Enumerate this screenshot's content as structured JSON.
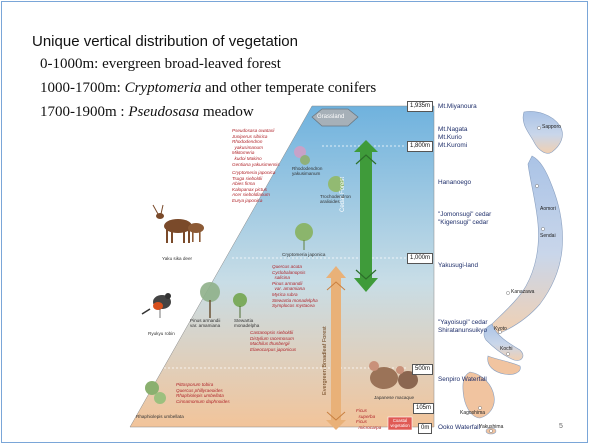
{
  "header": {
    "title": "Unique vertical distribution of vegetation",
    "line1": "0-1000m: evergreen broad-leaved forest",
    "line2_pre": "1000-1700m: ",
    "line2_em": "Cryptomeria",
    "line2_post": " and other temperate conifers",
    "line3_pre": "1700-1900m : ",
    "line3_em": "Pseudosasa",
    "line3_post": " meadow"
  },
  "zones": {
    "grassland": "Grassland",
    "cedar_forest": "Cedar Forest",
    "broadleaf_forest": "Evergreen Broadleaf Forest",
    "coastal": "Coastal vegetation"
  },
  "altitudes": {
    "a1935": "1,935m",
    "a1800": "1,800m",
    "a1000": "1,000m",
    "a500": "500m",
    "a105": "105m",
    "a0": "0m"
  },
  "locations": {
    "miyanoura": "Mt.Miyanoura",
    "nagata": "Mt.Nagata",
    "kurio": "Mt.Kurio",
    "kuromi": "Mt.Kuromi",
    "hananoego": "Hananoego",
    "jomon": "\"Jomonsugi\" cedar",
    "kigensugi": "\"Kigensugi\" cedar",
    "yakusugiland": "Yakusugi-land",
    "yayoi": "\"Yayoisugi\" cedar",
    "shiratani": "Shiratanunsuikyo",
    "senpiro": "Senpiro Waterfall",
    "ooko": "Ooko Waterfall"
  },
  "species": {
    "upper": "Pseudosasa owatarii\nJuniperus sibirica\nRhododendron\n  yakusimanum\nMiktomeria\n  kudoi Makino\nGentiana yakusimensis",
    "conifers": "Cryptomeria japonica\nTsuga sieboldii\nAbies firma\nKalopanax pictus\nAcer sieboldianum\nEurya japonica",
    "mid": "Quercus acuta\nCyclobalanopsis\n  salicina\nPinus armandii\n  var. amamiana\nMyrica rubra\nStewartia monadelpha\nSymplocos myrtacea",
    "lower": "Castanopsis sieboldii\nDistylium racemosum\nMachilus thunbergii\nElaeocarpus japonicus",
    "coast": "Pittosporum tobira\nQuercus phillyraeoides\nRhaphiolepis umbellata\nCinnamomum daphnoides",
    "bottom": "Ficus\n  superba\nFicus\n  microcarpa"
  },
  "captions": {
    "rhododendron": "Rhododendron\nyakusimanum",
    "trochodendron": "Trochodendron\naralioides",
    "cryptomeria": "Cryptomeria japonica",
    "deer": "Yaku sika deer",
    "robin": "Ryukyu robin",
    "pinus": "Pinus armandii\nvar. amamiana",
    "stewartia": "Stewartia\nmonadelpha",
    "macaque": "Japanese macaque",
    "rhaphiolepis": "Rhaphiolepis umbellata"
  },
  "map_cities": {
    "sapporo": "Sapporo",
    "sendai": "Sendai",
    "aomori": "Aomori",
    "kanazawa": "Kanazawa",
    "kyoto": "Kyoto",
    "kochi": "Kochi",
    "kagoshima": "Kagoshima",
    "yakushima": "Yakushima"
  },
  "page_number": "5",
  "colors": {
    "sky_top": "#6fb2de",
    "sky_bottom": "#f2c49a",
    "cedar_arrow": "#3f9b3a",
    "broadleaf_arrow": "#e9b178",
    "species_text": "#b0242a",
    "location_text": "#1f2f6b"
  }
}
